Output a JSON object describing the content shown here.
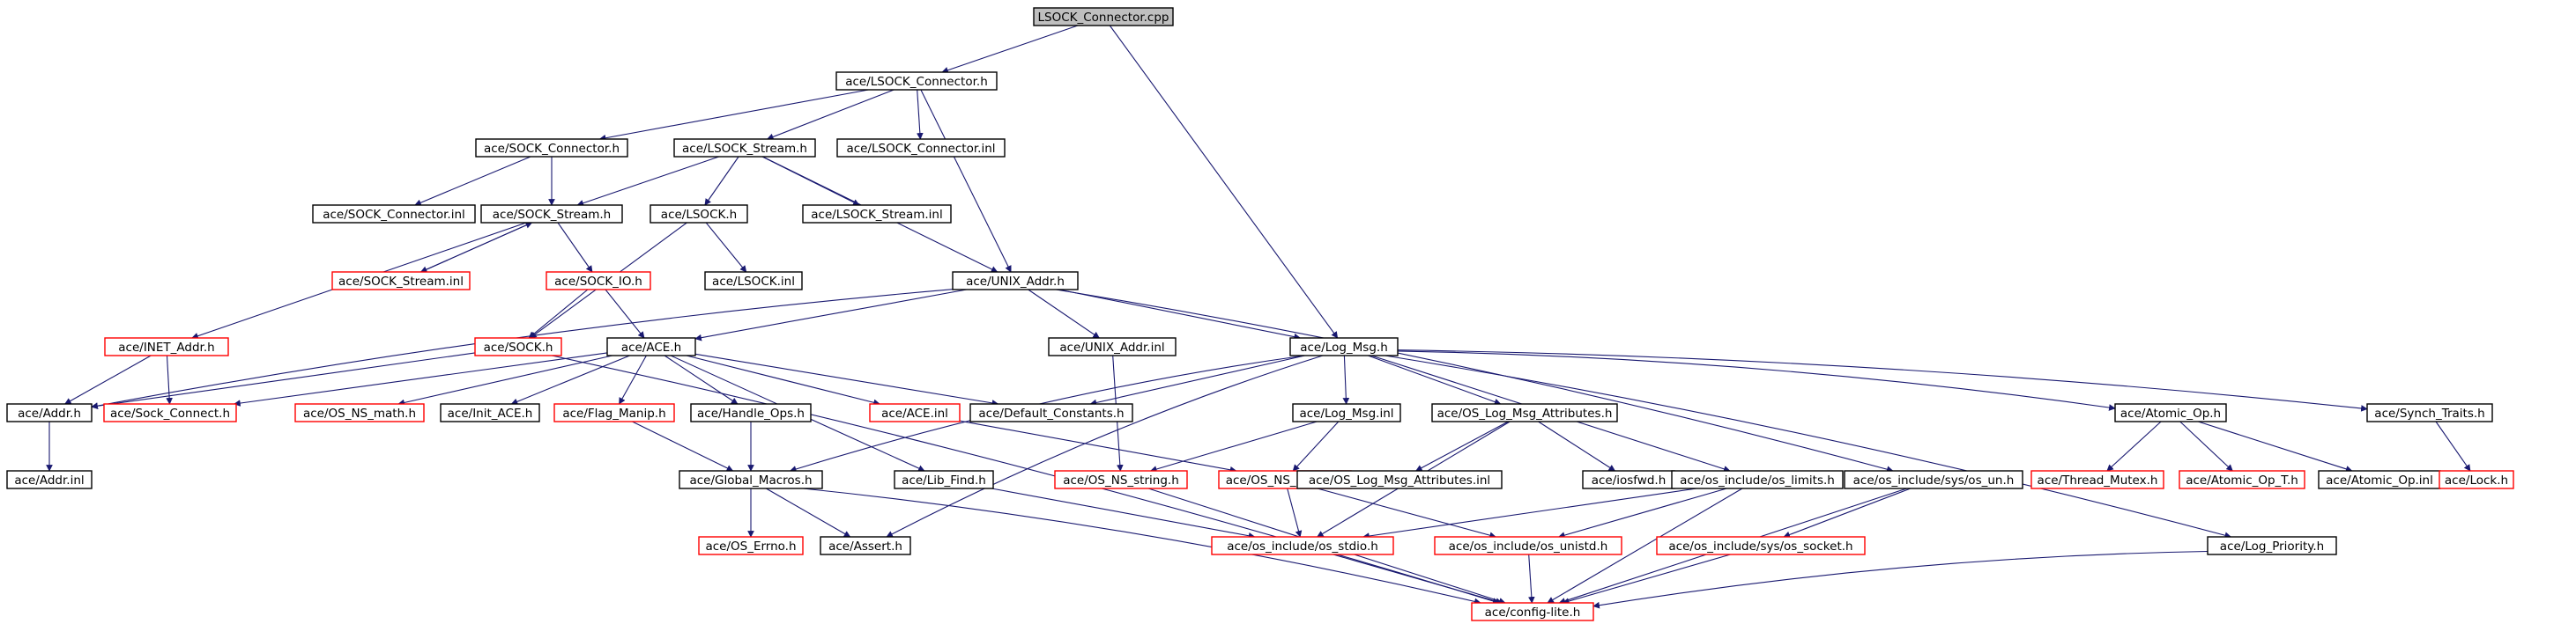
{
  "graph": {
    "colors": {
      "edge": "#191970",
      "root_fill": "#bfbfbf",
      "complete_border": "#000000",
      "incomplete_border": "#ff0000"
    },
    "nodes": [
      {
        "id": "root",
        "label": "LSOCK_Connector.cpp",
        "style": "root"
      },
      {
        "id": "lsock_connector_h",
        "label": "ace/LSOCK_Connector.h",
        "style": "normal"
      },
      {
        "id": "sock_connector_h",
        "label": "ace/SOCK_Connector.h",
        "style": "normal"
      },
      {
        "id": "lsock_stream_h",
        "label": "ace/LSOCK_Stream.h",
        "style": "normal"
      },
      {
        "id": "lsock_connector_inl",
        "label": "ace/LSOCK_Connector.inl",
        "style": "normal"
      },
      {
        "id": "sock_connector_inl",
        "label": "ace/SOCK_Connector.inl",
        "style": "normal"
      },
      {
        "id": "sock_stream_h",
        "label": "ace/SOCK_Stream.h",
        "style": "normal"
      },
      {
        "id": "lsock_h",
        "label": "ace/LSOCK.h",
        "style": "normal"
      },
      {
        "id": "lsock_stream_inl",
        "label": "ace/LSOCK_Stream.inl",
        "style": "normal"
      },
      {
        "id": "sock_stream_inl",
        "label": "ace/SOCK_Stream.inl",
        "style": "incomplete"
      },
      {
        "id": "sock_io_h",
        "label": "ace/SOCK_IO.h",
        "style": "incomplete"
      },
      {
        "id": "lsock_inl",
        "label": "ace/LSOCK.inl",
        "style": "normal"
      },
      {
        "id": "unix_addr_h",
        "label": "ace/UNIX_Addr.h",
        "style": "normal"
      },
      {
        "id": "inet_addr_h",
        "label": "ace/INET_Addr.h",
        "style": "incomplete"
      },
      {
        "id": "sock_h",
        "label": "ace/SOCK.h",
        "style": "incomplete"
      },
      {
        "id": "ace_h",
        "label": "ace/ACE.h",
        "style": "normal"
      },
      {
        "id": "unix_addr_inl",
        "label": "ace/UNIX_Addr.inl",
        "style": "normal"
      },
      {
        "id": "log_msg_h",
        "label": "ace/Log_Msg.h",
        "style": "normal"
      },
      {
        "id": "addr_h",
        "label": "ace/Addr.h",
        "style": "normal"
      },
      {
        "id": "sock_connect_h",
        "label": "ace/Sock_Connect.h",
        "style": "incomplete"
      },
      {
        "id": "os_ns_math_h",
        "label": "ace/OS_NS_math.h",
        "style": "incomplete"
      },
      {
        "id": "init_ace_h",
        "label": "ace/Init_ACE.h",
        "style": "normal"
      },
      {
        "id": "flag_manip_h",
        "label": "ace/Flag_Manip.h",
        "style": "incomplete"
      },
      {
        "id": "handle_ops_h",
        "label": "ace/Handle_Ops.h",
        "style": "normal"
      },
      {
        "id": "ace_inl",
        "label": "ace/ACE.inl",
        "style": "incomplete"
      },
      {
        "id": "default_constants_h",
        "label": "ace/Default_Constants.h",
        "style": "normal"
      },
      {
        "id": "log_msg_inl",
        "label": "ace/Log_Msg.inl",
        "style": "normal"
      },
      {
        "id": "os_log_msg_attributes_h",
        "label": "ace/OS_Log_Msg_Attributes.h",
        "style": "normal"
      },
      {
        "id": "atomic_op_h",
        "label": "ace/Atomic_Op.h",
        "style": "normal"
      },
      {
        "id": "synch_traits_h",
        "label": "ace/Synch_Traits.h",
        "style": "normal"
      },
      {
        "id": "addr_inl",
        "label": "ace/Addr.inl",
        "style": "normal"
      },
      {
        "id": "global_macros_h",
        "label": "ace/Global_Macros.h",
        "style": "normal"
      },
      {
        "id": "lib_find_h",
        "label": "ace/Lib_Find.h",
        "style": "normal"
      },
      {
        "id": "os_ns_string_h",
        "label": "ace/OS_NS_string.h",
        "style": "incomplete"
      },
      {
        "id": "os_ns_unistd_h",
        "label": "ace/OS_NS_unistd.h",
        "style": "incomplete"
      },
      {
        "id": "os_log_msg_attributes_inl",
        "label": "ace/OS_Log_Msg_Attributes.inl",
        "style": "normal"
      },
      {
        "id": "iosfwd_h",
        "label": "ace/iosfwd.h",
        "style": "normal"
      },
      {
        "id": "os_limits_h",
        "label": "ace/os_include/os_limits.h",
        "style": "normal"
      },
      {
        "id": "os_un_h",
        "label": "ace/os_include/sys/os_un.h",
        "style": "normal"
      },
      {
        "id": "thread_mutex_h",
        "label": "ace/Thread_Mutex.h",
        "style": "incomplete"
      },
      {
        "id": "atomic_op_t_h",
        "label": "ace/Atomic_Op_T.h",
        "style": "incomplete"
      },
      {
        "id": "atomic_op_inl",
        "label": "ace/Atomic_Op.inl",
        "style": "normal"
      },
      {
        "id": "lock_h",
        "label": "ace/Lock.h",
        "style": "incomplete"
      },
      {
        "id": "os_errno_h",
        "label": "ace/OS_Errno.h",
        "style": "incomplete"
      },
      {
        "id": "assert_h",
        "label": "ace/Assert.h",
        "style": "normal"
      },
      {
        "id": "os_stdio_h",
        "label": "ace/os_include/os_stdio.h",
        "style": "incomplete"
      },
      {
        "id": "os_unistd_h",
        "label": "ace/os_include/os_unistd.h",
        "style": "incomplete"
      },
      {
        "id": "os_socket_h",
        "label": "ace/os_include/sys/os_socket.h",
        "style": "incomplete"
      },
      {
        "id": "log_priority_h",
        "label": "ace/Log_Priority.h",
        "style": "normal"
      },
      {
        "id": "config_lite_h",
        "label": "ace/config-lite.h",
        "style": "incomplete"
      }
    ],
    "edges": [
      [
        "root",
        "lsock_connector_h"
      ],
      [
        "root",
        "log_msg_h"
      ],
      [
        "lsock_connector_h",
        "sock_connector_h"
      ],
      [
        "lsock_connector_h",
        "lsock_stream_h"
      ],
      [
        "lsock_connector_h",
        "lsock_connector_inl"
      ],
      [
        "lsock_connector_h",
        "unix_addr_h"
      ],
      [
        "sock_connector_h",
        "sock_connector_inl"
      ],
      [
        "sock_connector_h",
        "sock_stream_h"
      ],
      [
        "lsock_stream_h",
        "sock_stream_h"
      ],
      [
        "lsock_stream_h",
        "lsock_h"
      ],
      [
        "lsock_stream_h",
        "lsock_stream_inl"
      ],
      [
        "lsock_stream_h",
        "unix_addr_h"
      ],
      [
        "sock_stream_h",
        "sock_stream_inl"
      ],
      [
        "sock_stream_inl",
        "sock_stream_h"
      ],
      [
        "sock_stream_h",
        "sock_io_h"
      ],
      [
        "sock_stream_h",
        "inet_addr_h"
      ],
      [
        "lsock_h",
        "lsock_inl"
      ],
      [
        "lsock_h",
        "sock_h"
      ],
      [
        "sock_io_h",
        "sock_h"
      ],
      [
        "sock_io_h",
        "ace_h"
      ],
      [
        "unix_addr_h",
        "ace_h"
      ],
      [
        "unix_addr_h",
        "unix_addr_inl"
      ],
      [
        "unix_addr_h",
        "log_msg_h"
      ],
      [
        "unix_addr_h",
        "addr_h"
      ],
      [
        "unix_addr_h",
        "os_un_h"
      ],
      [
        "inet_addr_h",
        "addr_h"
      ],
      [
        "inet_addr_h",
        "sock_connect_h"
      ],
      [
        "sock_h",
        "addr_h"
      ],
      [
        "sock_h",
        "config_lite_h"
      ],
      [
        "ace_h",
        "sock_connect_h"
      ],
      [
        "ace_h",
        "os_ns_math_h"
      ],
      [
        "ace_h",
        "init_ace_h"
      ],
      [
        "ace_h",
        "flag_manip_h"
      ],
      [
        "ace_h",
        "handle_ops_h"
      ],
      [
        "ace_h",
        "ace_inl"
      ],
      [
        "ace_h",
        "default_constants_h"
      ],
      [
        "ace_h",
        "lib_find_h"
      ],
      [
        "ace_inl",
        "os_ns_unistd_h"
      ],
      [
        "unix_addr_inl",
        "os_ns_string_h"
      ],
      [
        "log_msg_h",
        "default_constants_h"
      ],
      [
        "log_msg_h",
        "global_macros_h"
      ],
      [
        "log_msg_h",
        "assert_h"
      ],
      [
        "log_msg_h",
        "log_msg_inl"
      ],
      [
        "log_msg_h",
        "os_log_msg_attributes_h"
      ],
      [
        "log_msg_h",
        "os_limits_h"
      ],
      [
        "log_msg_h",
        "atomic_op_h"
      ],
      [
        "log_msg_h",
        "synch_traits_h"
      ],
      [
        "log_msg_h",
        "log_priority_h"
      ],
      [
        "addr_h",
        "addr_inl"
      ],
      [
        "flag_manip_h",
        "global_macros_h"
      ],
      [
        "handle_ops_h",
        "global_macros_h"
      ],
      [
        "global_macros_h",
        "os_errno_h"
      ],
      [
        "global_macros_h",
        "assert_h"
      ],
      [
        "global_macros_h",
        "config_lite_h"
      ],
      [
        "lib_find_h",
        "os_stdio_h"
      ],
      [
        "log_msg_inl",
        "os_ns_string_h"
      ],
      [
        "log_msg_inl",
        "os_ns_unistd_h"
      ],
      [
        "os_log_msg_attributes_h",
        "os_log_msg_attributes_inl"
      ],
      [
        "os_log_msg_attributes_h",
        "iosfwd_h"
      ],
      [
        "os_log_msg_attributes_h",
        "os_stdio_h"
      ],
      [
        "os_ns_string_h",
        "config_lite_h"
      ],
      [
        "os_ns_unistd_h",
        "os_stdio_h"
      ],
      [
        "os_ns_unistd_h",
        "os_unistd_h"
      ],
      [
        "os_limits_h",
        "os_stdio_h"
      ],
      [
        "os_limits_h",
        "os_unistd_h"
      ],
      [
        "os_limits_h",
        "config_lite_h"
      ],
      [
        "os_un_h",
        "os_socket_h"
      ],
      [
        "os_un_h",
        "config_lite_h"
      ],
      [
        "atomic_op_h",
        "thread_mutex_h"
      ],
      [
        "atomic_op_h",
        "atomic_op_t_h"
      ],
      [
        "atomic_op_h",
        "atomic_op_inl"
      ],
      [
        "synch_traits_h",
        "lock_h"
      ],
      [
        "os_stdio_h",
        "config_lite_h"
      ],
      [
        "os_unistd_h",
        "config_lite_h"
      ],
      [
        "os_socket_h",
        "config_lite_h"
      ],
      [
        "log_priority_h",
        "config_lite_h"
      ]
    ]
  }
}
